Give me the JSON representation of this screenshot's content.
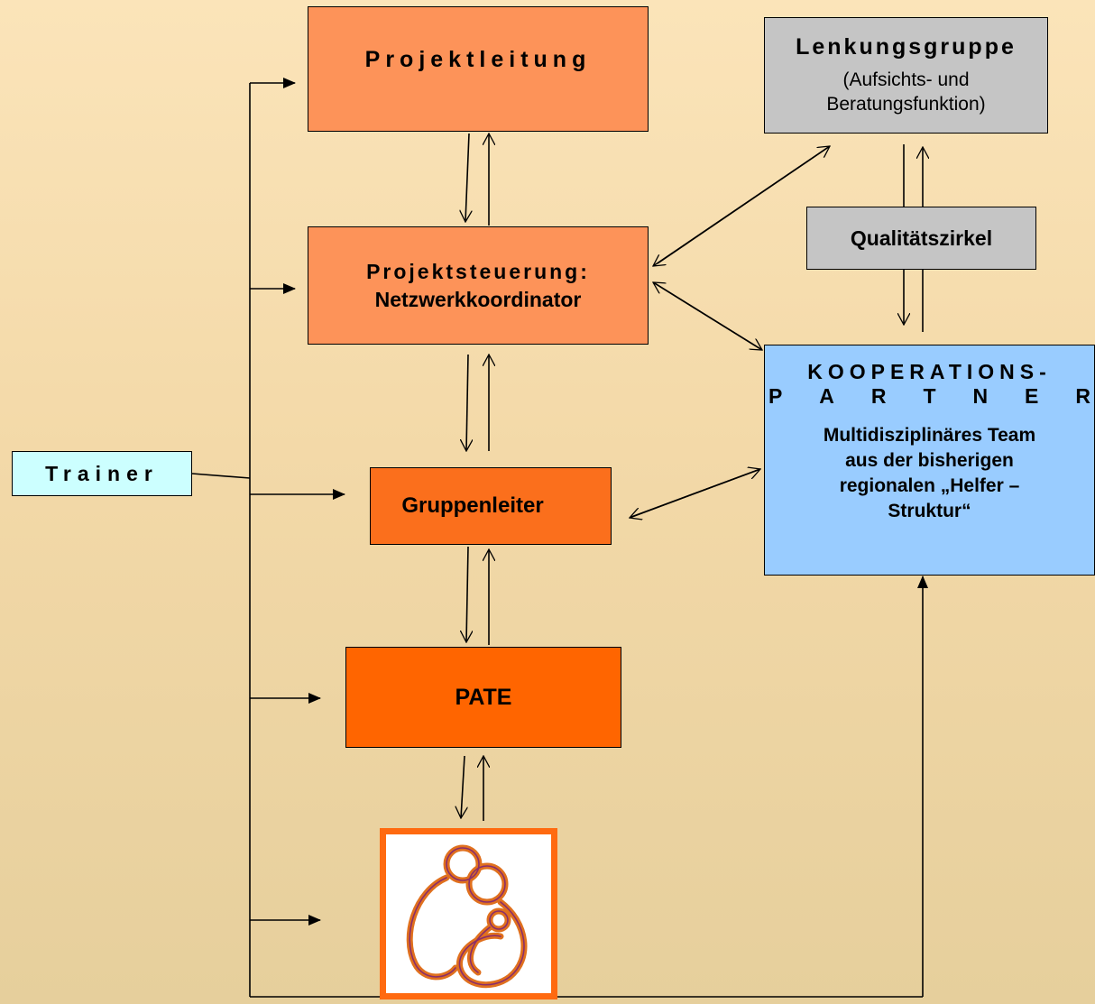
{
  "boxes": {
    "projektleitung": "Projektleitung",
    "projektsteuerung_line1": "Projektsteuerung:",
    "projektsteuerung_line2": "Netzwerkkoordinator",
    "gruppenleiter": "Gruppenleiter",
    "pate": "PATE",
    "lenkung_title": "Lenkungsgruppe",
    "lenkung_sub1": "(Aufsichts- und",
    "lenkung_sub2": "Beratungsfunktion)",
    "qualitaet": "Qualitätszirkel",
    "koop_line1": "KOOPERATIONS-",
    "koop_line2": [
      "P",
      "A",
      "R",
      "T",
      "N",
      "E",
      "R"
    ],
    "koop_body1": "Multidisziplinäres Team",
    "koop_body2": "aus der bisherigen",
    "koop_body3": "regionalen „Helfer –",
    "koop_body4": "Struktur“",
    "trainer": "Trainer"
  },
  "image": {
    "icon": "mother-child-icon",
    "stroke": "#8a2d6a",
    "fill": "#e0701e"
  },
  "colors": {
    "orange_light": "#fd9359",
    "orange_mid": "#fb6f1c",
    "orange_dark": "#ff6500",
    "gray": "#c5c5c5",
    "blue": "#99ccff",
    "cyan": "#ccffff"
  }
}
